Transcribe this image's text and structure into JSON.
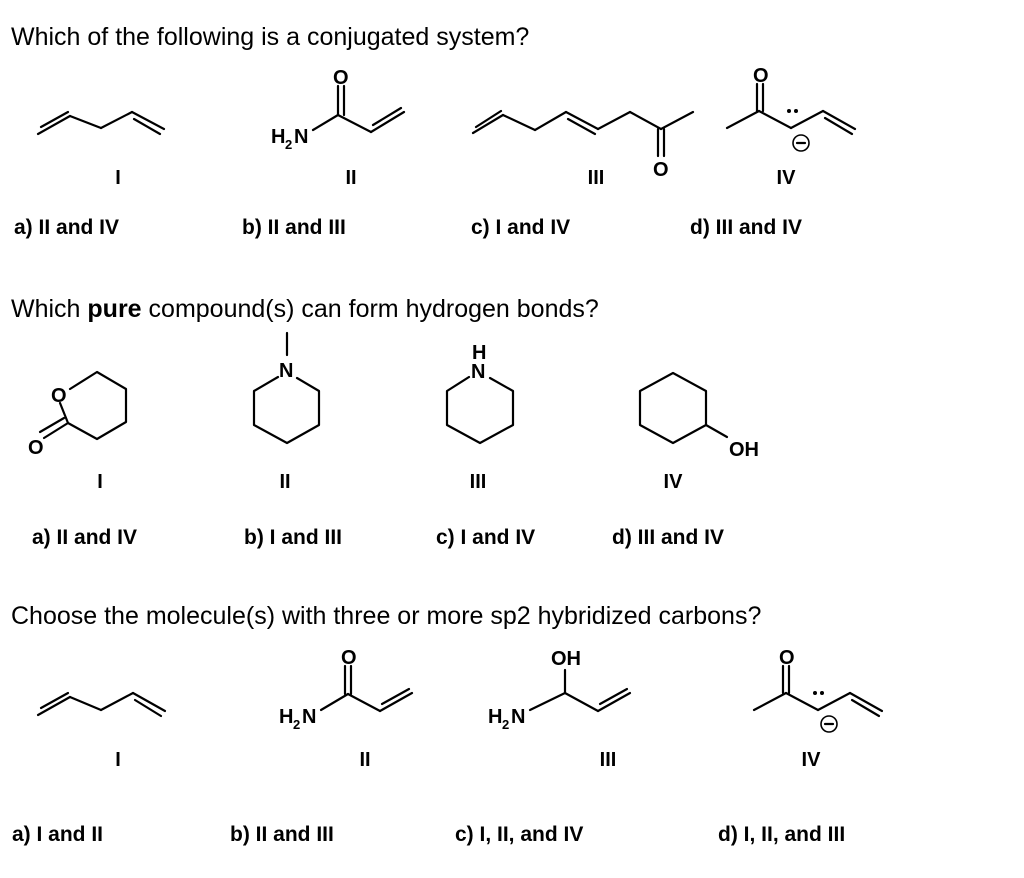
{
  "questions": [
    {
      "prompt_pre": "Which of the following is a conjugated system?",
      "prompt_bold": "",
      "prompt_post": "",
      "labels": [
        "I",
        "II",
        "III",
        "IV"
      ],
      "options": [
        "a) II and IV",
        "b) II and III",
        "c) I and IV",
        "d) III and IV"
      ]
    },
    {
      "prompt_pre": "Which ",
      "prompt_bold": "pure",
      "prompt_post": " compound(s) can form hydrogen bonds?",
      "labels": [
        "I",
        "II",
        "III",
        "IV"
      ],
      "options": [
        "a) II and IV",
        "b) I and III",
        "c) I and IV",
        "d) III and IV"
      ]
    },
    {
      "prompt_pre": "Choose the molecule(s) with three or more sp2 hybridized carbons?",
      "prompt_bold": "",
      "prompt_post": "",
      "labels": [
        "I",
        "II",
        "III",
        "IV"
      ],
      "options": [
        "a) I and II",
        "b) II and III",
        "c) I, II, and IV",
        "d) I, II, and III"
      ]
    }
  ],
  "atoms": {
    "O": "O",
    "N": "N",
    "H": "H",
    "OH": "OH",
    "H2N_H": "H",
    "H2N_2": "2",
    "H2N_N": "N",
    "minus": "−"
  }
}
